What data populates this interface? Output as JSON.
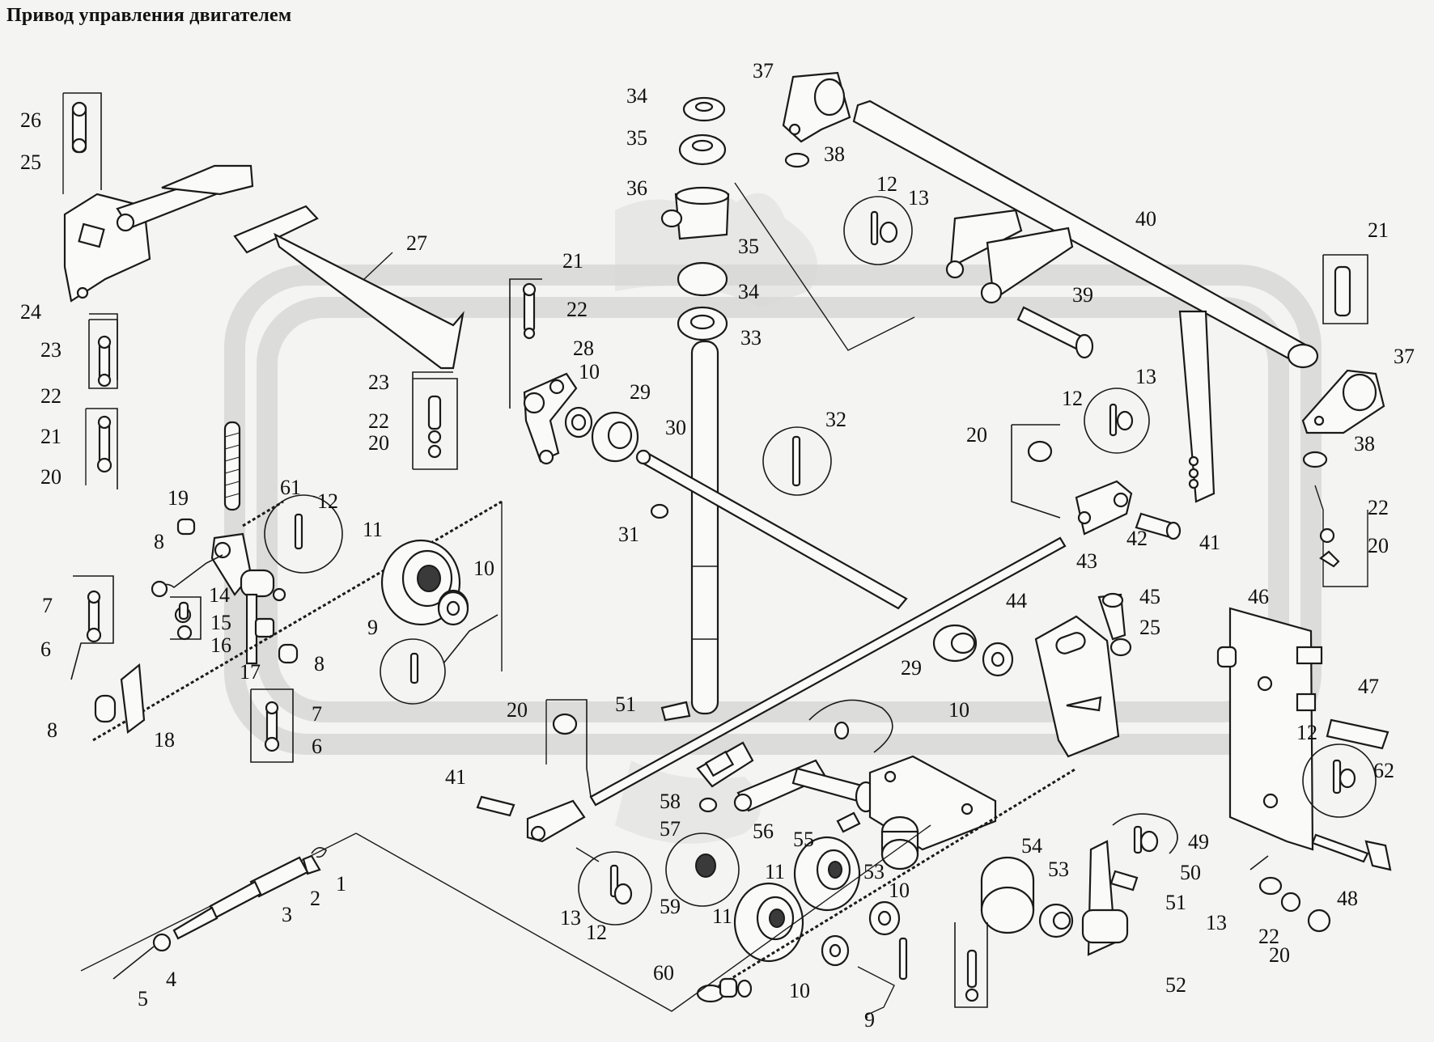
{
  "title": "Привод управления двигателем",
  "callouts": [
    {
      "id": "c26",
      "text": "26"
    },
    {
      "id": "c25a",
      "text": "25"
    },
    {
      "id": "c24",
      "text": "24"
    },
    {
      "id": "c23a",
      "text": "23"
    },
    {
      "id": "c22a",
      "text": "22"
    },
    {
      "id": "c21a",
      "text": "21"
    },
    {
      "id": "c20a",
      "text": "20"
    },
    {
      "id": "c19",
      "text": "19"
    },
    {
      "id": "c8a",
      "text": "8"
    },
    {
      "id": "c7a",
      "text": "7"
    },
    {
      "id": "c6a",
      "text": "6"
    },
    {
      "id": "c8b",
      "text": "8"
    },
    {
      "id": "c18",
      "text": "18"
    },
    {
      "id": "c17",
      "text": "17"
    },
    {
      "id": "c16",
      "text": "16"
    },
    {
      "id": "c15",
      "text": "15"
    },
    {
      "id": "c14",
      "text": "14"
    },
    {
      "id": "c61",
      "text": "61"
    },
    {
      "id": "c12a",
      "text": "12"
    },
    {
      "id": "c11a",
      "text": "11"
    },
    {
      "id": "c9a",
      "text": "9"
    },
    {
      "id": "c10a",
      "text": "10"
    },
    {
      "id": "c8c",
      "text": "8"
    },
    {
      "id": "c7b",
      "text": "7"
    },
    {
      "id": "c6b",
      "text": "6"
    },
    {
      "id": "c27",
      "text": "27"
    },
    {
      "id": "c23b",
      "text": "23"
    },
    {
      "id": "c22b",
      "text": "22"
    },
    {
      "id": "c20b",
      "text": "20"
    },
    {
      "id": "c21b",
      "text": "21"
    },
    {
      "id": "c22c",
      "text": "22"
    },
    {
      "id": "c28",
      "text": "28"
    },
    {
      "id": "c10b",
      "text": "10"
    },
    {
      "id": "c29a",
      "text": "29"
    },
    {
      "id": "c30",
      "text": "30"
    },
    {
      "id": "c31",
      "text": "31"
    },
    {
      "id": "c32",
      "text": "32"
    },
    {
      "id": "c34a",
      "text": "34"
    },
    {
      "id": "c35a",
      "text": "35"
    },
    {
      "id": "c36",
      "text": "36"
    },
    {
      "id": "c35b",
      "text": "35"
    },
    {
      "id": "c34b",
      "text": "34"
    },
    {
      "id": "c33",
      "text": "33"
    },
    {
      "id": "c37a",
      "text": "37"
    },
    {
      "id": "c38a",
      "text": "38"
    },
    {
      "id": "c12b",
      "text": "12"
    },
    {
      "id": "c13a",
      "text": "13"
    },
    {
      "id": "c40",
      "text": "40"
    },
    {
      "id": "c39",
      "text": "39"
    },
    {
      "id": "c21c",
      "text": "21"
    },
    {
      "id": "c37b",
      "text": "37"
    },
    {
      "id": "c38b",
      "text": "38"
    },
    {
      "id": "c12c",
      "text": "12"
    },
    {
      "id": "c13b",
      "text": "13"
    },
    {
      "id": "c20c",
      "text": "20"
    },
    {
      "id": "c42",
      "text": "42"
    },
    {
      "id": "c41a",
      "text": "41"
    },
    {
      "id": "c43",
      "text": "43"
    },
    {
      "id": "c22d",
      "text": "22"
    },
    {
      "id": "c20d",
      "text": "20"
    },
    {
      "id": "c44",
      "text": "44"
    },
    {
      "id": "c45",
      "text": "45"
    },
    {
      "id": "c25b",
      "text": "25"
    },
    {
      "id": "c29b",
      "text": "29"
    },
    {
      "id": "c10c",
      "text": "10"
    },
    {
      "id": "c46",
      "text": "46"
    },
    {
      "id": "c47",
      "text": "47"
    },
    {
      "id": "c12d",
      "text": "12"
    },
    {
      "id": "c62",
      "text": "62"
    },
    {
      "id": "c20e",
      "text": "20"
    },
    {
      "id": "c51a",
      "text": "51"
    },
    {
      "id": "c41b",
      "text": "41"
    },
    {
      "id": "c58",
      "text": "58"
    },
    {
      "id": "c57",
      "text": "57"
    },
    {
      "id": "c56",
      "text": "56"
    },
    {
      "id": "c55",
      "text": "55"
    },
    {
      "id": "c54",
      "text": "54"
    },
    {
      "id": "c53a",
      "text": "53"
    },
    {
      "id": "c53b",
      "text": "53"
    },
    {
      "id": "c49",
      "text": "49"
    },
    {
      "id": "c50",
      "text": "50"
    },
    {
      "id": "c51b",
      "text": "51"
    },
    {
      "id": "c48",
      "text": "48"
    },
    {
      "id": "c13c",
      "text": "13"
    },
    {
      "id": "c22e",
      "text": "22"
    },
    {
      "id": "c20f",
      "text": "20"
    },
    {
      "id": "c13d",
      "text": "13"
    },
    {
      "id": "c12e",
      "text": "12"
    },
    {
      "id": "c59",
      "text": "59"
    },
    {
      "id": "c11b",
      "text": "11"
    },
    {
      "id": "c11c",
      "text": "11"
    },
    {
      "id": "c10d",
      "text": "10"
    },
    {
      "id": "c10e",
      "text": "10"
    },
    {
      "id": "c9b",
      "text": "9"
    },
    {
      "id": "c60",
      "text": "60"
    },
    {
      "id": "c52",
      "text": "52"
    },
    {
      "id": "c1",
      "text": "1"
    },
    {
      "id": "c2",
      "text": "2"
    },
    {
      "id": "c3",
      "text": "3"
    },
    {
      "id": "c4",
      "text": "4"
    },
    {
      "id": "c5",
      "text": "5"
    }
  ]
}
